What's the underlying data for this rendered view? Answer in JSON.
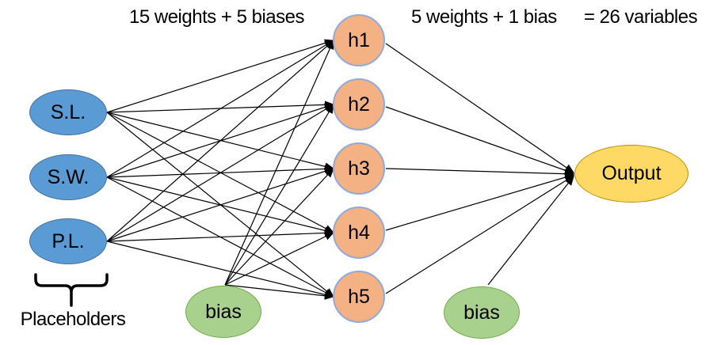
{
  "figure": {
    "description": "Neural network diagram: 3 inputs, 5 hidden units, 1 output, 2 bias nodes"
  },
  "annotations": {
    "hidden_layer_params": "15 weights + 5 biases",
    "output_layer_params": "5 weights + 1 bias",
    "total": "= 26 variables"
  },
  "nodes": {
    "inputs": [
      {
        "label": "S.L."
      },
      {
        "label": "S.W."
      },
      {
        "label": "P.L."
      }
    ],
    "hidden": [
      {
        "label": "h1"
      },
      {
        "label": "h2"
      },
      {
        "label": "h3"
      },
      {
        "label": "h4"
      },
      {
        "label": "h5"
      }
    ],
    "bias_hidden": {
      "label": "bias"
    },
    "bias_output": {
      "label": "bias"
    },
    "output": {
      "label": "Output"
    }
  },
  "caption": {
    "inputs_group": "Placeholders"
  },
  "colors": {
    "input_fill": "#5b9bd5",
    "input_border": "#41719c",
    "hidden_fill": "#f4b183",
    "hidden_border": "#8faadc",
    "bias_fill": "#a9d18e",
    "bias_border": "#70ad47",
    "output_fill": "#ffd966",
    "output_border": "#bf9000",
    "edge": "#000000",
    "text": "#000000"
  }
}
